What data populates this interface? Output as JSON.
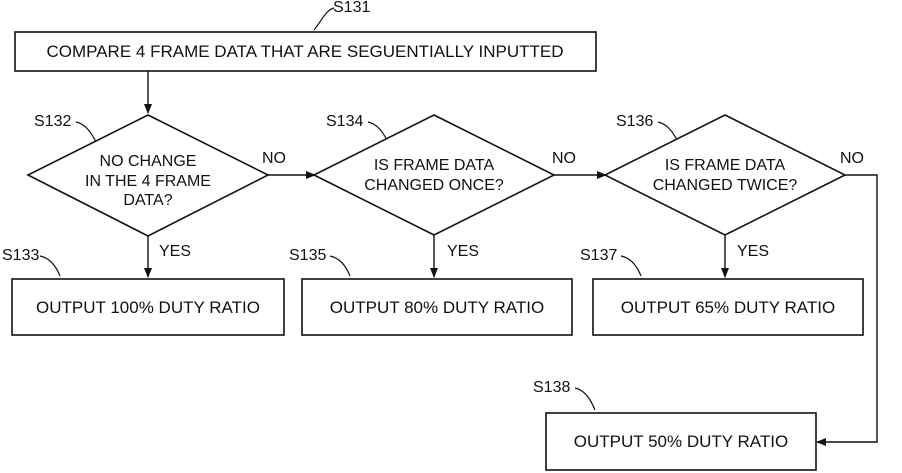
{
  "steps": {
    "s131": {
      "ref": "S131",
      "text": "COMPARE 4 FRAME DATA THAT ARE SEGUENTIALLY INPUTTED"
    },
    "s132": {
      "ref": "S132",
      "lines": [
        "NO CHANGE",
        "IN THE 4 FRAME",
        "DATA?"
      ]
    },
    "s133": {
      "ref": "S133",
      "text": "OUTPUT 100% DUTY RATIO"
    },
    "s134": {
      "ref": "S134",
      "lines": [
        "IS FRAME DATA",
        "CHANGED ONCE?"
      ]
    },
    "s135": {
      "ref": "S135",
      "text": "OUTPUT 80% DUTY RATIO"
    },
    "s136": {
      "ref": "S136",
      "lines": [
        "IS FRAME DATA",
        "CHANGED TWICE?"
      ]
    },
    "s137": {
      "ref": "S137",
      "text": "OUTPUT 65% DUTY RATIO"
    },
    "s138": {
      "ref": "S138",
      "text": "OUTPUT 50% DUTY RATIO"
    }
  },
  "branch_labels": {
    "yes": "YES",
    "no": "NO"
  },
  "colors": {
    "ink": "#111111",
    "background": "#ffffff"
  }
}
